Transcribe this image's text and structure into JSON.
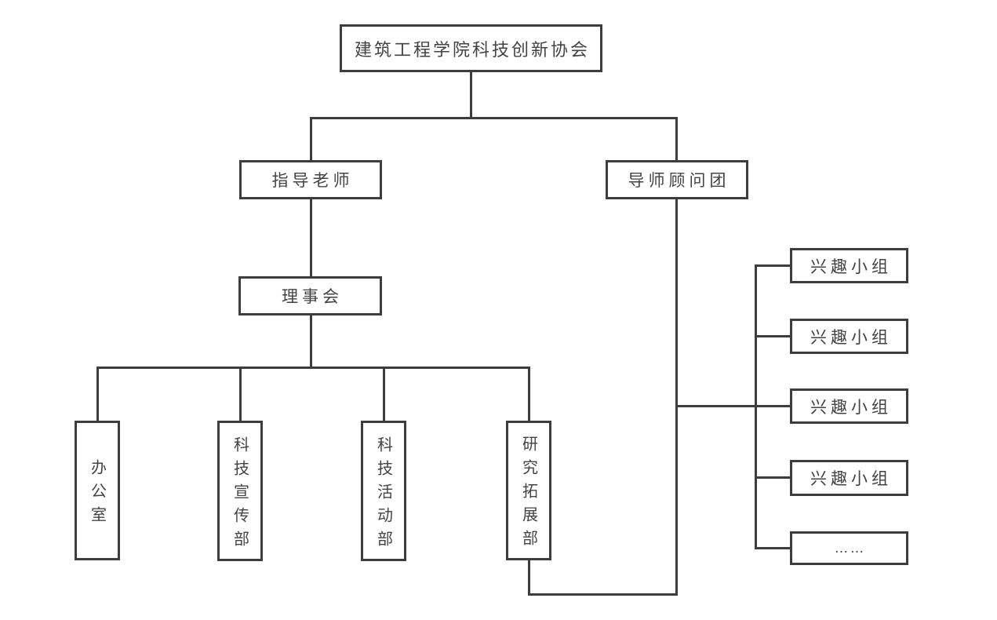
{
  "diagram": {
    "root": {
      "label": "建筑工程学院科技创新协会"
    },
    "level2": {
      "left": {
        "label": "指导老师"
      },
      "right": {
        "label": "导师顾问团"
      }
    },
    "council": {
      "label": "理事会"
    },
    "departments": [
      {
        "label": "办公室"
      },
      {
        "label": "科技宣传部"
      },
      {
        "label": "科技活动部"
      },
      {
        "label": "研究拓展部"
      }
    ],
    "interest_groups": [
      {
        "label": "兴趣小组"
      },
      {
        "label": "兴趣小组"
      },
      {
        "label": "兴趣小组"
      },
      {
        "label": "兴趣小组"
      },
      {
        "label": "……"
      }
    ],
    "colors": {
      "line": "#3d3d3d",
      "text": "#434343",
      "background": "#ffffff"
    }
  }
}
